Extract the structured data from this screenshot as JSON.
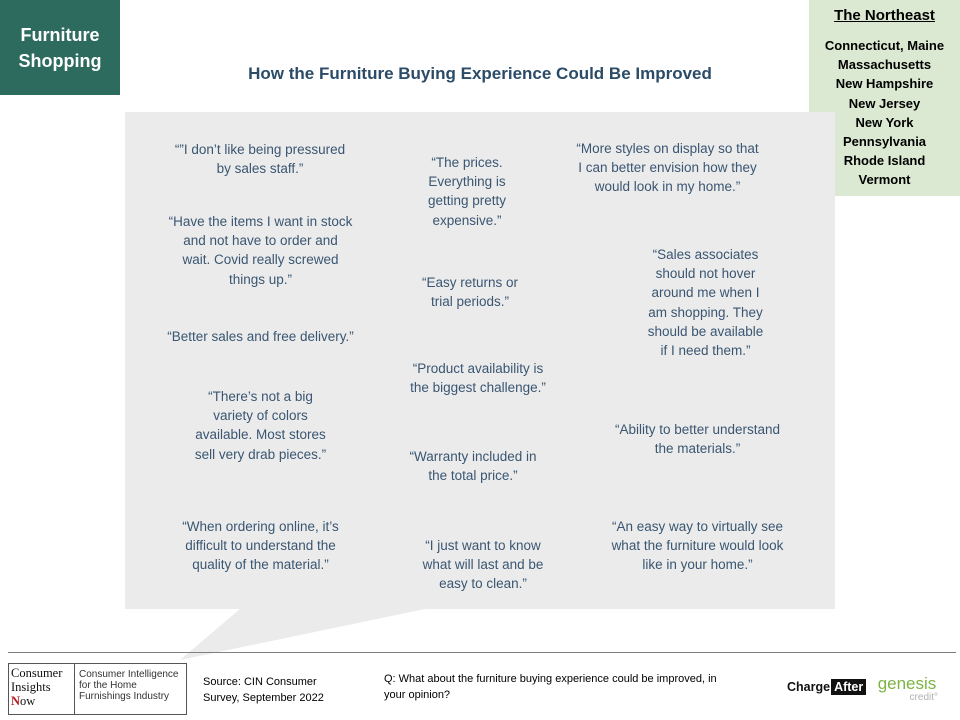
{
  "badge": {
    "line1": "Furniture",
    "line2": "Shopping"
  },
  "region": {
    "title": "The Northeast",
    "states": [
      "Connecticut, Maine",
      "Massachusetts",
      "New Hampshire",
      "New Jersey",
      "New York",
      "Pennsylvania",
      "Rhode Island",
      "Vermont"
    ]
  },
  "title": "How the Furniture Buying Experience Could Be Improved",
  "quotes": [
    {
      "lines": [
        "“”I don’t like being pressured",
        "by sales staff.”"
      ]
    },
    {
      "lines": [
        "“The prices.",
        "Everything is",
        "getting pretty",
        "expensive.”"
      ]
    },
    {
      "lines": [
        "“More styles on display so that",
        "I can better envision how they",
        "would look in my home.”"
      ]
    },
    {
      "lines": [
        "“Have the items I want in stock",
        "and not have to order and",
        "wait. Covid really screwed",
        "things up.”"
      ]
    },
    {
      "lines": [
        "“Sales associates",
        "should not hover",
        "around me when I",
        "am shopping. They",
        "should be available",
        "if I need them.”"
      ]
    },
    {
      "lines": [
        "“Easy returns or",
        "trial periods.”"
      ]
    },
    {
      "lines": [
        "“Better sales and free delivery.”"
      ]
    },
    {
      "lines": [
        "“Product availability is",
        "the biggest challenge.”"
      ]
    },
    {
      "lines": [
        "“There’s not a big",
        "variety of colors",
        "available. Most stores",
        "sell very drab pieces.”"
      ]
    },
    {
      "lines": [
        "“Ability to better understand",
        "the materials.”"
      ]
    },
    {
      "lines": [
        "“Warranty included in",
        "the total price.”"
      ]
    },
    {
      "lines": [
        "“When ordering online, it’s",
        "difficult to understand the",
        "quality of the material.”"
      ]
    },
    {
      "lines": [
        "“I just want to know",
        "what will last and be",
        "easy to clean.”"
      ]
    },
    {
      "lines": [
        "“An easy way to virtually see",
        "what the furniture would look",
        "like in your home.”"
      ]
    }
  ],
  "footer": {
    "cin_logo": {
      "line1": "Consumer",
      "line2": "Insights",
      "line3_n": "N",
      "line3_rest": "ow"
    },
    "cin_tagline": [
      "Consumer Intelligence",
      "for the Home",
      "Furnishings Industry"
    ],
    "source": [
      "Source: CIN Consumer",
      "Survey, September  2022"
    ],
    "question": [
      "Q: What about the furniture buying experience could be improved, in",
      "your opinion?"
    ],
    "chargeafter": {
      "charge": "Charge",
      "after": "After"
    },
    "genesis": {
      "name": "genesis",
      "credit": "credit°"
    }
  }
}
